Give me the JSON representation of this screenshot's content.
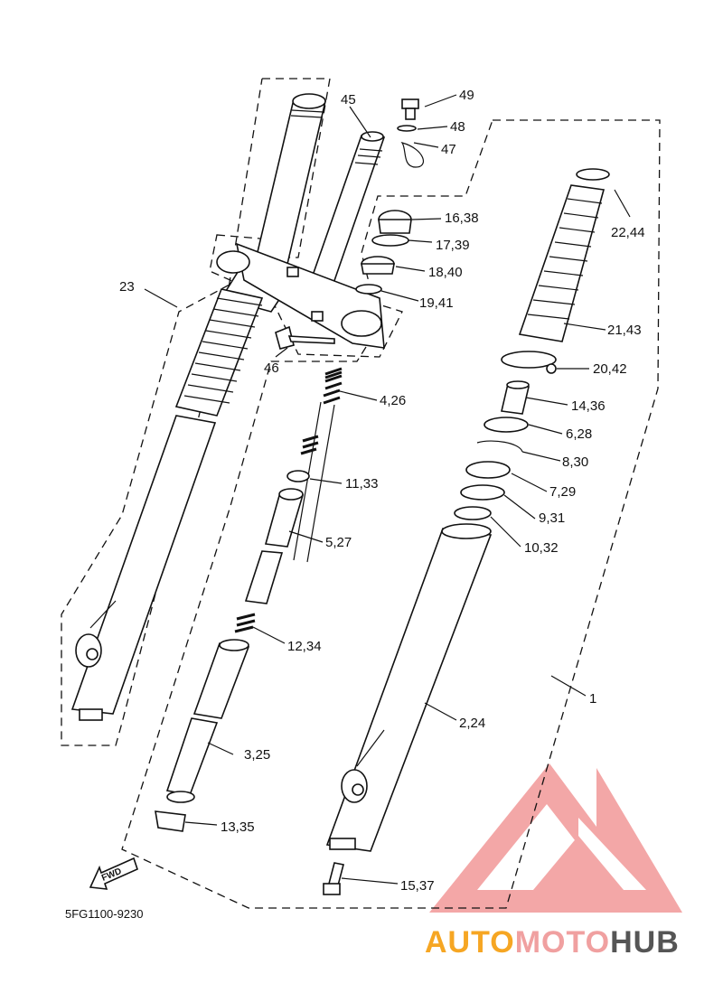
{
  "diagram": {
    "part_code": "5FG1100-9230",
    "fwd_label": "FWD",
    "labels": [
      "1",
      "2,24",
      "3,25",
      "4,26",
      "5,27",
      "6,28",
      "7,29",
      "8,30",
      "9,31",
      "10,32",
      "11,33",
      "12,34",
      "13,35",
      "14,36",
      "15,37",
      "16,38",
      "17,39",
      "18,40",
      "19,41",
      "20,42",
      "21,43",
      "22,44",
      "23",
      "45",
      "46",
      "47",
      "48",
      "49"
    ]
  },
  "watermark": {
    "part1": "AUTO",
    "part2": "MOTO",
    "part3": "HUB",
    "colors": {
      "auto": "#f6a623",
      "moto": "#f0a0a0",
      "hub": "#555555",
      "logo": "#f08a8a"
    }
  }
}
